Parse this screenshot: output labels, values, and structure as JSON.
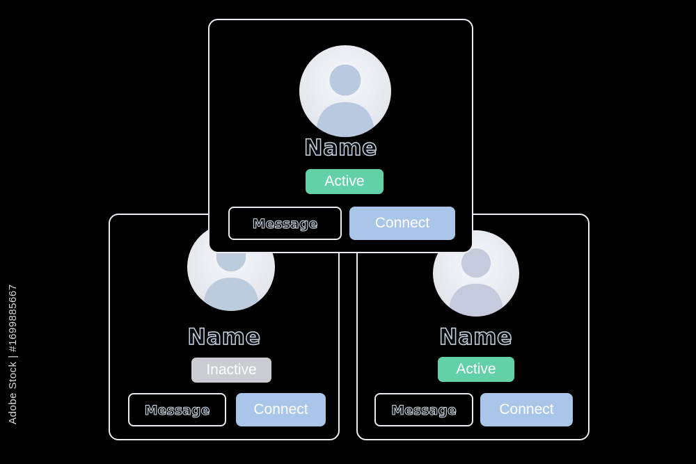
{
  "cards": {
    "top": {
      "name": "Name",
      "status": "Active",
      "message_label": "Message",
      "connect_label": "Connect"
    },
    "left": {
      "name": "Name",
      "status": "Inactive",
      "message_label": "Message",
      "connect_label": "Connect"
    },
    "right": {
      "name": "Name",
      "status": "Active",
      "message_label": "Message",
      "connect_label": "Connect"
    }
  },
  "colors": {
    "active": "#63d1a7",
    "inactive": "#c9ccd1",
    "connect": "#a9c6e8",
    "card_border": "#e9edf2",
    "background": "#000000"
  },
  "icons": {
    "avatar": "user-silhouette-icon"
  },
  "watermark": "Adobe Stock | #1699885667"
}
